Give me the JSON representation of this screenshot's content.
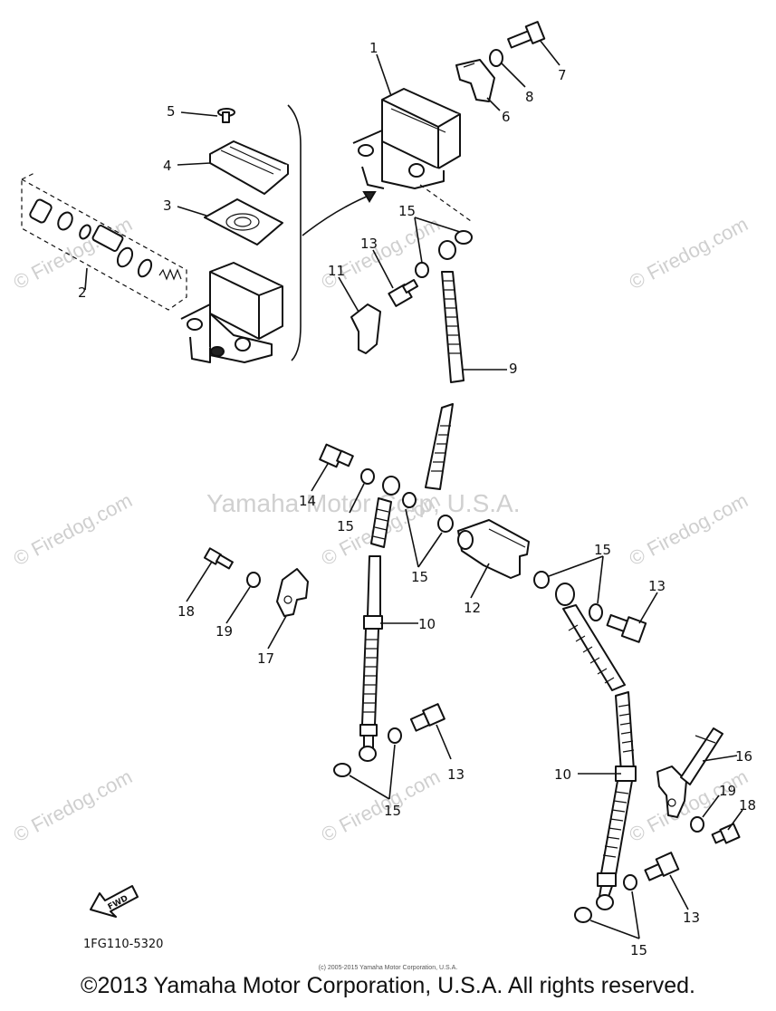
{
  "watermarks": {
    "firedog": "© Firedog.com",
    "center": "Yamaha Motor Corp, U.S.A."
  },
  "labels": {
    "p1": "1",
    "p2": "2",
    "p3": "3",
    "p4": "4",
    "p5": "5",
    "p6": "6",
    "p7": "7",
    "p8": "8",
    "p9": "9",
    "p10a": "10",
    "p10b": "10",
    "p11": "11",
    "p12": "12",
    "p13a": "13",
    "p13b": "13",
    "p13c": "13",
    "p13d": "13",
    "p14": "14",
    "p15a": "15",
    "p15b": "15",
    "p15c": "15",
    "p15d": "15",
    "p15e": "15",
    "p15f": "15",
    "p16": "16",
    "p17": "17",
    "p18a": "18",
    "p18b": "18",
    "p19a": "19",
    "p19b": "19"
  },
  "fwd_label": "FWD",
  "diagram_code": "1FG110-5320",
  "small_copyright": "(c) 2005-2015 Yamaha Motor Corporation, U.S.A.",
  "copyright": "©2013 Yamaha Motor Corporation, U.S.A. All rights reserved."
}
